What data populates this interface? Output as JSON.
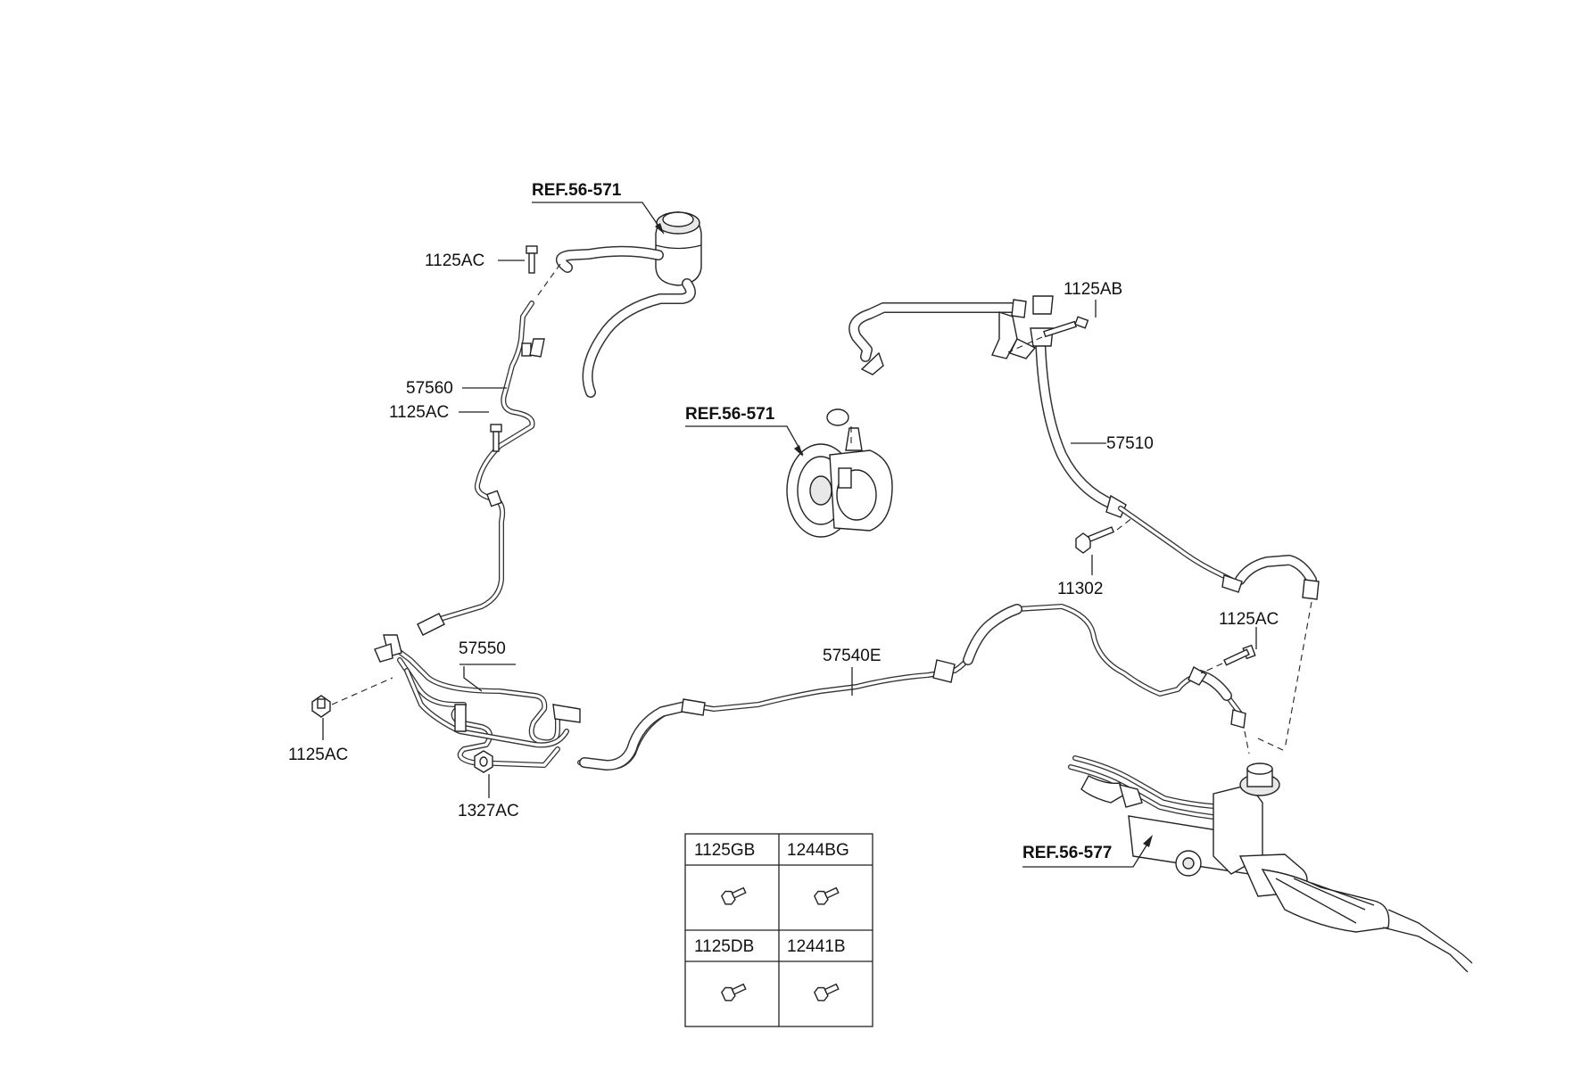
{
  "labels": {
    "ref_reservoir": "REF.56-571",
    "ref_pump": "REF.56-571",
    "ref_gear": "REF.56-577",
    "bolt_top_left": "1125AC",
    "bolt_mid_left": "1125AC",
    "bolt_lower_left": "1125AC",
    "bolt_right": "1125AC",
    "bolt_top_right": "1125AB",
    "hose_return": "57560",
    "hose_pressure": "57510",
    "bolt_11302": "11302",
    "cooler": "57550",
    "tube_return": "57540E",
    "nut": "1327AC"
  },
  "fastener_table": {
    "cells": [
      "1125GB",
      "1244BG",
      "1125DB",
      "12441B"
    ]
  }
}
